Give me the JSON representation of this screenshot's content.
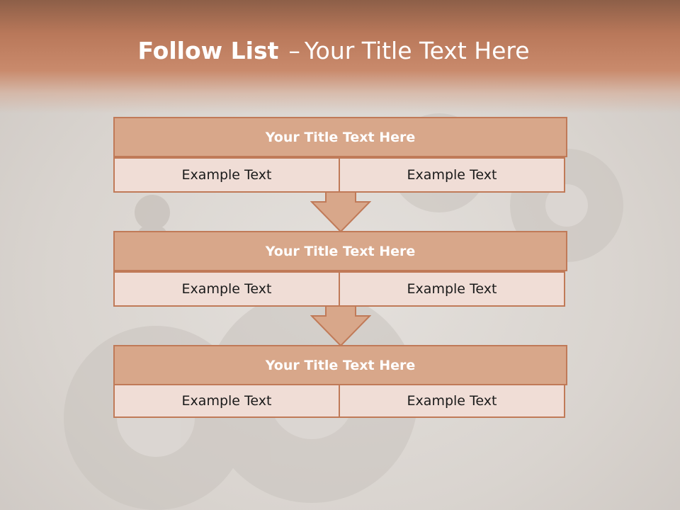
{
  "slide": {
    "title_bold": "Follow List",
    "title_dash": "–",
    "title_rest": "Your Title Text Here"
  },
  "colors": {
    "header": "#c48465",
    "block_title_fill": "#d8a78a",
    "block_border": "#c07a58",
    "cell_fill": "#f0ddd6"
  },
  "blocks": [
    {
      "title": "Your Title Text Here",
      "left": "Example Text",
      "right": "Example Text"
    },
    {
      "title": "Your Title Text Here",
      "left": "Example Text",
      "right": "Example Text"
    },
    {
      "title": "Your Title Text Here",
      "left": "Example Text",
      "right": "Example Text"
    }
  ]
}
